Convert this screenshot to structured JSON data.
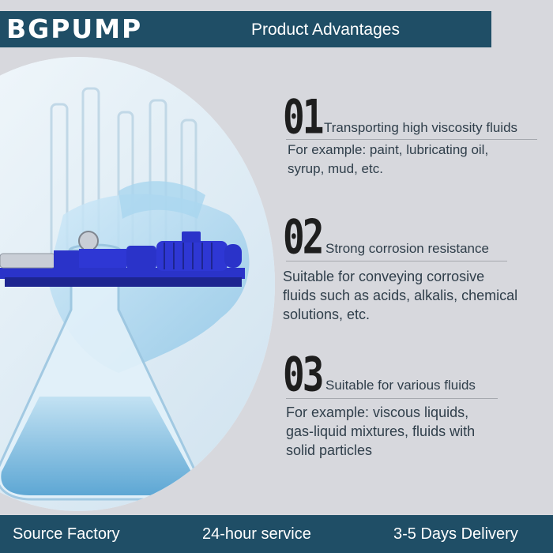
{
  "header": {
    "brand": "BGPUMP",
    "title": "Product Advantages"
  },
  "advantages": [
    {
      "number": "01",
      "heading": "Transporting high viscosity fluids",
      "lines": [
        "For example: paint, lubricating oil,",
        "syrup, mud, etc."
      ]
    },
    {
      "number": "02",
      "heading": "Strong corrosion resistance",
      "lines": [
        "Suitable for conveying corrosive",
        "fluids such as acids, alkalis, chemical",
        "solutions, etc."
      ]
    },
    {
      "number": "03",
      "heading": "Suitable for various fluids",
      "lines": [
        "For example: viscous liquids,",
        "gas-liquid mixtures, fluids with",
        "solid particles"
      ]
    }
  ],
  "footer": {
    "left": "Source Factory",
    "center": "24-hour service",
    "right": "3-5 Days Delivery"
  },
  "colors": {
    "banner": "#1f4e66",
    "background": "#d7d8dd",
    "pump": "#2a33c9",
    "text": "#2f3e4a"
  }
}
